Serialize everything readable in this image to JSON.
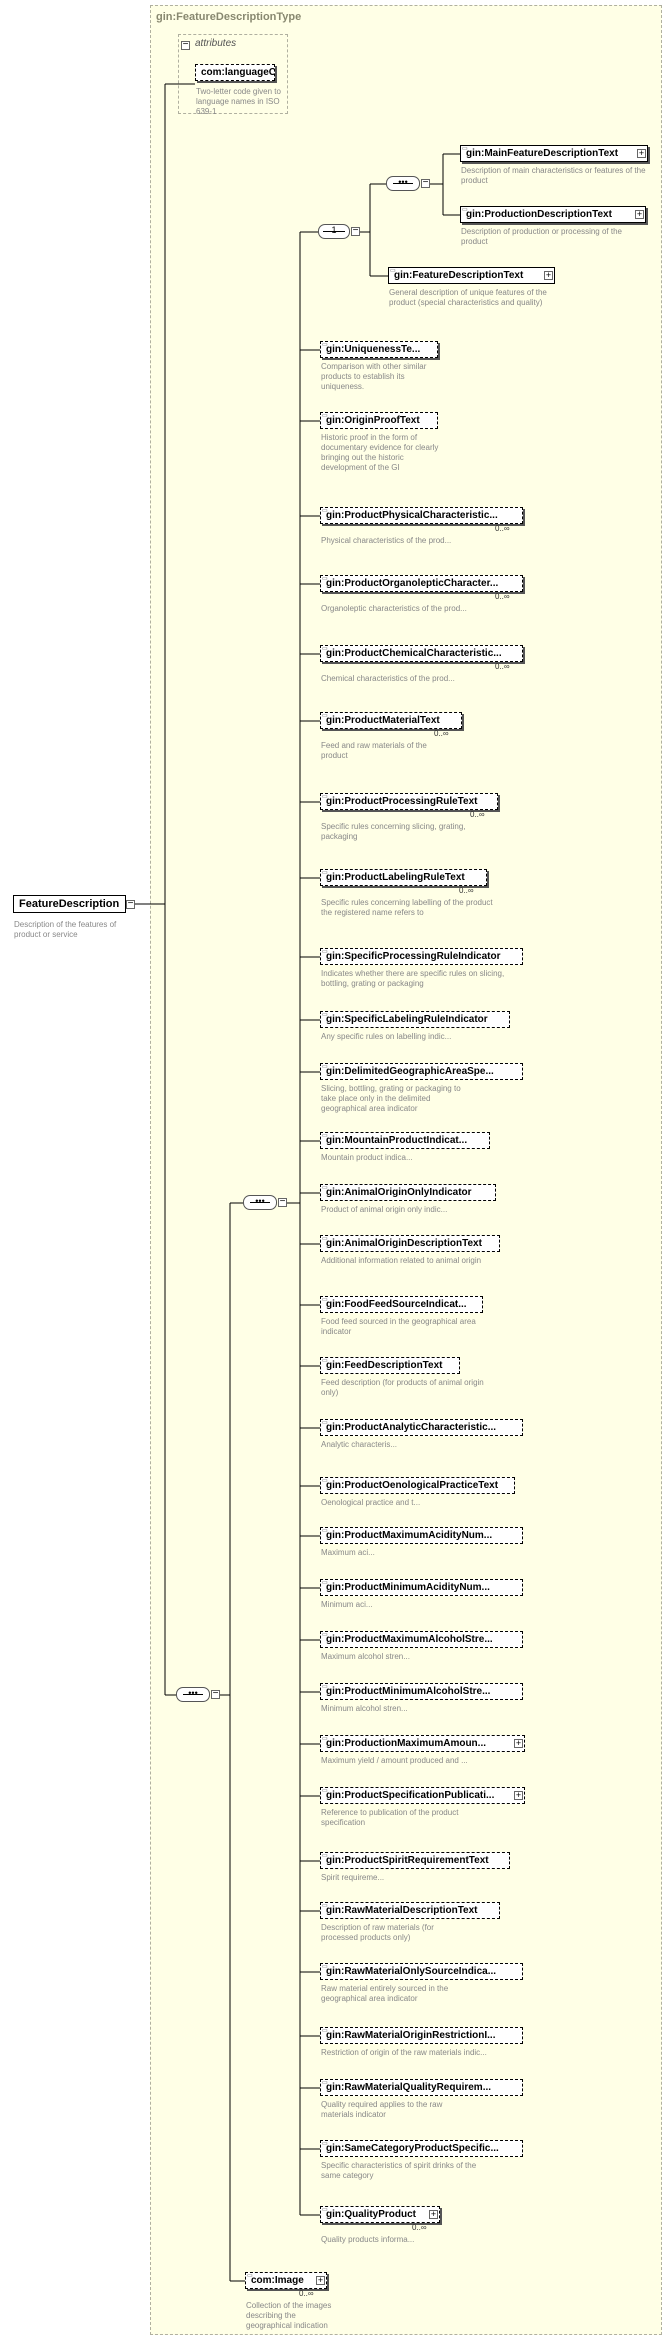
{
  "complex_type": {
    "name": "gin:FeatureDescriptionType"
  },
  "attributes": {
    "label": "attributes",
    "items": [
      {
        "name": "com:languageCo...",
        "desc": "Two-letter code given to language names in ISO 639-1"
      }
    ]
  },
  "root": {
    "name": "FeatureDescription",
    "desc": "Description of the features of product or service"
  },
  "compositors": {
    "sequence_symbol": "•••",
    "choice_symbol": "1"
  },
  "elements": [
    {
      "name": "gin:MainFeatureDescriptionText",
      "desc": "Description of main characteristics or features of the product",
      "card": ""
    },
    {
      "name": "gin:ProductionDescriptionText",
      "desc": "Description of production or processing of the product",
      "card": ""
    },
    {
      "name": "gin:FeatureDescriptionText",
      "desc": "General description of unique features of the product (special characteristics and quality)",
      "card": ""
    },
    {
      "name": "gin:UniquenessTe...",
      "desc": "Comparison with other similar products to establish its uniqueness.",
      "card": ""
    },
    {
      "name": "gin:OriginProofText",
      "desc": "Historic proof in the form of documentary evidence for clearly bringing out the historic development of the GI",
      "card": ""
    },
    {
      "name": "gin:ProductPhysicalCharacteristic...",
      "desc": "Physical characteristics of the prod...",
      "card": "0..∞"
    },
    {
      "name": "gin:ProductOrganolepticCharacter...",
      "desc": "Organoleptic characteristics of the prod...",
      "card": "0..∞"
    },
    {
      "name": "gin:ProductChemicalCharacteristic...",
      "desc": "Chemical characteristics of the prod...",
      "card": "0..∞"
    },
    {
      "name": "gin:ProductMaterialText",
      "desc": "Feed and raw materials of the product",
      "card": "0..∞"
    },
    {
      "name": "gin:ProductProcessingRuleText",
      "desc": "Specific rules concerning slicing, grating, packaging",
      "card": "0..∞"
    },
    {
      "name": "gin:ProductLabelingRuleText",
      "desc": "Specific rules concerning labelling of the product the registered name refers to",
      "card": "0..∞"
    },
    {
      "name": "gin:SpecificProcessingRuleIndicator",
      "desc": "Indicates whether there are specific rules on slicing, bottling, grating or packaging",
      "card": ""
    },
    {
      "name": "gin:SpecificLabelingRuleIndicator",
      "desc": "Any specific rules on labelling indic...",
      "card": ""
    },
    {
      "name": "gin:DelimitedGeographicAreaSpe...",
      "desc": "Slicing, bottling, grating or packaging to take place only in the delimited geographical area indicator",
      "card": ""
    },
    {
      "name": "gin:MountainProductIndicat...",
      "desc": "Mountain product indica...",
      "card": ""
    },
    {
      "name": "gin:AnimalOriginOnlyIndicator",
      "desc": "Product of animal origin only indic...",
      "card": ""
    },
    {
      "name": "gin:AnimalOriginDescriptionText",
      "desc": "Additional information related to animal origin",
      "card": ""
    },
    {
      "name": "gin:FoodFeedSourceIndicat...",
      "desc": "Food feed sourced in the geographical area indicator",
      "card": ""
    },
    {
      "name": "gin:FeedDescriptionText",
      "desc": "Feed description (for products of animal origin only)",
      "card": ""
    },
    {
      "name": "gin:ProductAnalyticCharacteristic...",
      "desc": "Analytic characteris...",
      "card": ""
    },
    {
      "name": "gin:ProductOenologicalPracticeText",
      "desc": "Oenological practice and t...",
      "card": ""
    },
    {
      "name": "gin:ProductMaximumAcidityNum...",
      "desc": "Maximum aci...",
      "card": ""
    },
    {
      "name": "gin:ProductMinimumAcidityNum...",
      "desc": "Minimum aci...",
      "card": ""
    },
    {
      "name": "gin:ProductMaximumAlcoholStre...",
      "desc": "Maximum alcohol stren...",
      "card": ""
    },
    {
      "name": "gin:ProductMinimumAlcoholStre...",
      "desc": "Minimum alcohol stren...",
      "card": ""
    },
    {
      "name": "gin:ProductionMaximumAmoun...",
      "desc": "Maximum yield / amount produced and ...",
      "card": ""
    },
    {
      "name": "gin:ProductSpecificationPublicati...",
      "desc": "Reference to publication of the product specification",
      "card": ""
    },
    {
      "name": "gin:ProductSpiritRequirementText",
      "desc": "Spirit requireme...",
      "card": ""
    },
    {
      "name": "gin:RawMaterialDescriptionText",
      "desc": "Description of raw materials (for processed products only)",
      "card": ""
    },
    {
      "name": "gin:RawMaterialOnlySourceIndica...",
      "desc": "Raw material entirely sourced in the geographical area indicator",
      "card": ""
    },
    {
      "name": "gin:RawMaterialOriginRestrictionI...",
      "desc": "Restriction of origin of the raw materials indic...",
      "card": ""
    },
    {
      "name": "gin:RawMaterialQualityRequirem...",
      "desc": "Quality required applies to the raw materials indicator",
      "card": ""
    },
    {
      "name": "gin:SameCategoryProductSpecific...",
      "desc": "Specific characteristics of spirit drinks of the same category",
      "card": ""
    },
    {
      "name": "gin:QualityProduct",
      "desc": "Quality products informa...",
      "card": "0..∞"
    },
    {
      "name": "com:Image",
      "desc": "Collection of the images describing the geographical indication",
      "card": "0..∞"
    }
  ],
  "colors": {
    "panel": "#ffffe6",
    "panel_border": "#b0b0a0",
    "desc_text": "#888888"
  },
  "icons": {
    "collapse": "minus-box-icon",
    "expand": "plus-box-icon",
    "element": "element-icon"
  }
}
